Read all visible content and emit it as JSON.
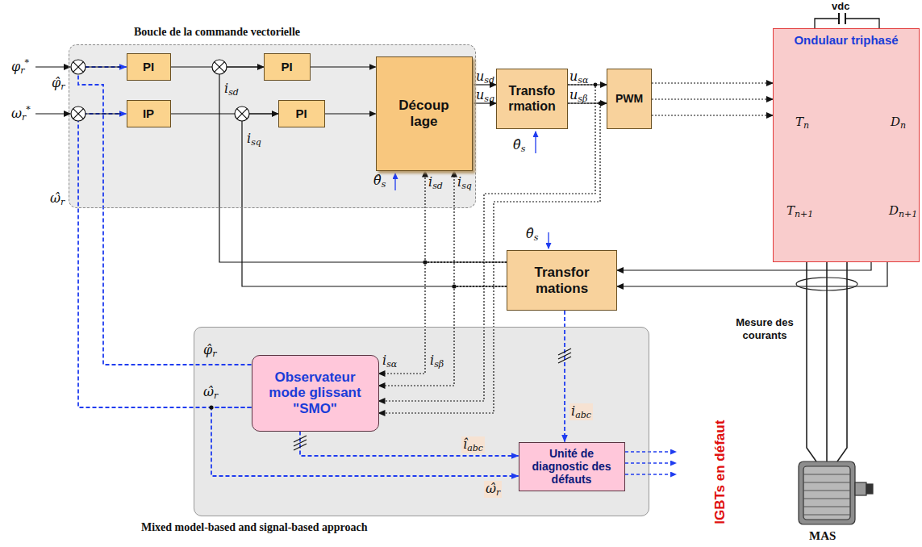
{
  "diagram": {
    "nodes": [
      {
        "text": [
          "Boucle de la commande vectorielle"
        ]
      },
      {
        "text": [
          "PI"
        ],
        "in": 0
      },
      {
        "text": [
          "PI"
        ],
        "in": 0
      },
      {
        "text": [
          "IP"
        ],
        "in": 0
      },
      {
        "text": [
          "PI"
        ],
        "in": 0
      },
      {
        "text": [
          "Découp lage"
        ],
        "in": 0
      },
      {
        "text": [
          "Transfo rmation"
        ]
      },
      {
        "text": [
          "PWM"
        ]
      },
      {
        "text": [
          "Ondulaur triphasé"
        ]
      },
      {
        "text": [
          "Transfor mations"
        ]
      },
      {
        "text": [
          "Mixed model-based and signal-based approach"
        ]
      },
      {
        "text": [
          "Observateur mode glissant \"SMO\""
        ],
        "in": 10
      },
      {
        "text": [
          "Unité de diagnostic des défauts"
        ],
        "in": 10
      }
    ],
    "edges": [
      {
        "from": 1,
        "to": 2,
        "arrow": "to"
      },
      {
        "from": 2,
        "to": 5,
        "arrow": "to"
      },
      {
        "from": 3,
        "to": 4,
        "arrow": "to"
      },
      {
        "from": 4,
        "to": 5,
        "arrow": "to"
      },
      {
        "from": 5,
        "to": 6,
        "arrow": "to"
      },
      {
        "from": 5,
        "to": 6,
        "arrow": "to"
      },
      {
        "from": 6,
        "to": 7,
        "arrow": "to"
      },
      {
        "from": 6,
        "to": 7,
        "arrow": "to"
      },
      {
        "from": 7,
        "to": 8,
        "arrow": "to"
      },
      {
        "from": 7,
        "to": 8,
        "arrow": "to"
      },
      {
        "from": 7,
        "to": 8,
        "arrow": "to"
      },
      {
        "from": 8,
        "to": 9,
        "arrow": "to"
      },
      {
        "from": 8,
        "to": 9,
        "arrow": "to"
      },
      {
        "from": 9,
        "to": 2,
        "arrow": "to"
      },
      {
        "from": 9,
        "to": 4,
        "arrow": "to"
      },
      {
        "from": 9,
        "to": 5,
        "arrow": "to"
      },
      {
        "from": 9,
        "to": 5,
        "arrow": "to"
      },
      {
        "from": 9,
        "to": 11,
        "arrow": "to"
      },
      {
        "from": 9,
        "to": 11,
        "arrow": "to"
      },
      {
        "from": 6,
        "to": 11,
        "arrow": "to"
      },
      {
        "from": 6,
        "to": 11,
        "arrow": "to"
      },
      {
        "from": 11,
        "to": 1,
        "arrow": "to"
      },
      {
        "from": 11,
        "to": 3,
        "arrow": "to"
      },
      {
        "from": 11,
        "to": 12,
        "arrow": "to"
      },
      {
        "from": 11,
        "to": 12,
        "arrow": "to"
      },
      {
        "from": 9,
        "to": 12,
        "arrow": "to"
      }
    ],
    "labels": [
      "φr*",
      "ωr*",
      "φ̂r",
      "ω̂r",
      "isd",
      "isq",
      "usd",
      "usq",
      "θ̂s",
      "isd",
      "isq",
      "usα",
      "usβ",
      "θ̂s",
      "vdc",
      "Tn",
      "Dn",
      "Tn+1",
      "Dn+1",
      "θ̂s",
      "Mesure des courants",
      "φ̂r",
      "ω̂r",
      "isα",
      "isβ",
      "îabc",
      "iabc",
      "ω̂r",
      "IGBTs en défaut",
      "MAS"
    ]
  }
}
